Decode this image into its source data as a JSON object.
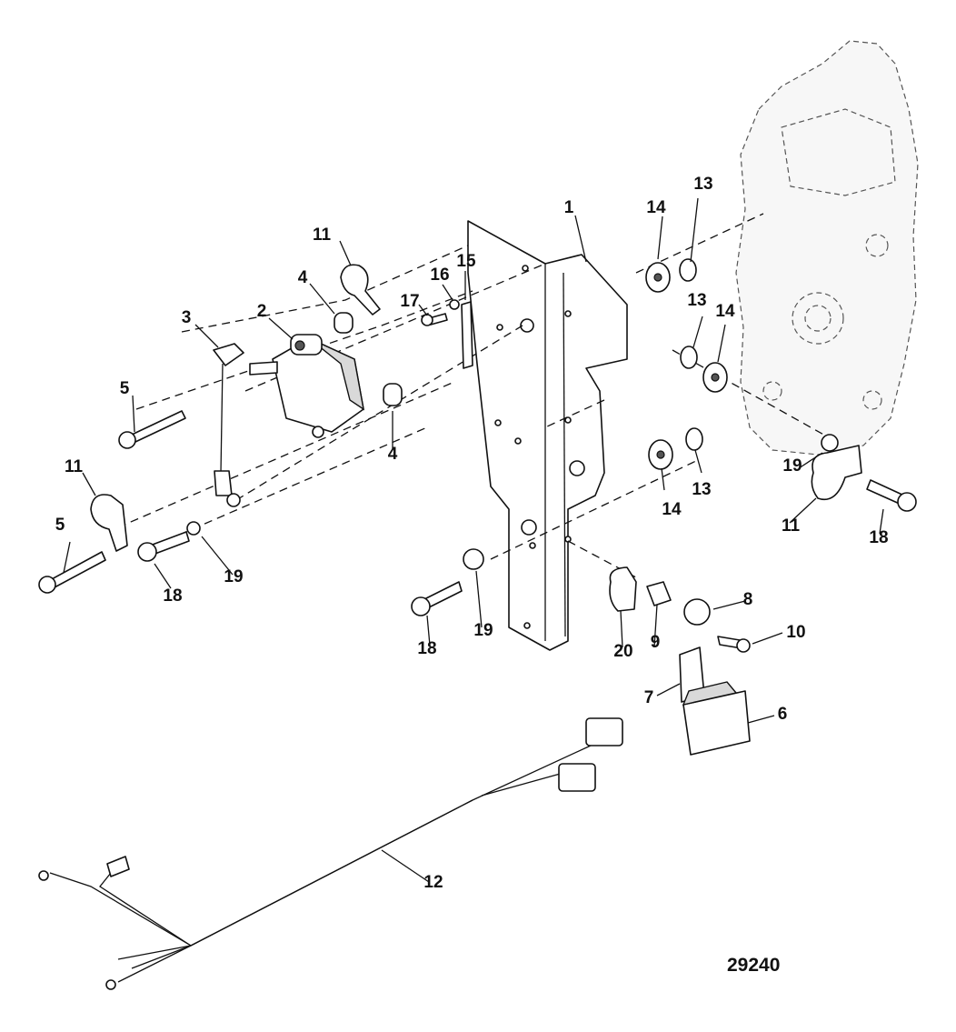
{
  "figure_number": "29240",
  "callouts": [
    {
      "id": "c1",
      "text": "1"
    },
    {
      "id": "c2",
      "text": "2"
    },
    {
      "id": "c3",
      "text": "3"
    },
    {
      "id": "c4a",
      "text": "4"
    },
    {
      "id": "c4b",
      "text": "4"
    },
    {
      "id": "c5a",
      "text": "5"
    },
    {
      "id": "c5b",
      "text": "5"
    },
    {
      "id": "c6",
      "text": "6"
    },
    {
      "id": "c7",
      "text": "7"
    },
    {
      "id": "c8",
      "text": "8"
    },
    {
      "id": "c9",
      "text": "9"
    },
    {
      "id": "c10",
      "text": "10"
    },
    {
      "id": "c11a",
      "text": "11"
    },
    {
      "id": "c11b",
      "text": "11"
    },
    {
      "id": "c11c",
      "text": "11"
    },
    {
      "id": "c12",
      "text": "12"
    },
    {
      "id": "c13a",
      "text": "13"
    },
    {
      "id": "c13b",
      "text": "13"
    },
    {
      "id": "c13c",
      "text": "13"
    },
    {
      "id": "c14a",
      "text": "14"
    },
    {
      "id": "c14b",
      "text": "14"
    },
    {
      "id": "c14c",
      "text": "14"
    },
    {
      "id": "c15",
      "text": "15"
    },
    {
      "id": "c16",
      "text": "16"
    },
    {
      "id": "c17",
      "text": "17"
    },
    {
      "id": "c18a",
      "text": "18"
    },
    {
      "id": "c18b",
      "text": "18"
    },
    {
      "id": "c18c",
      "text": "18"
    },
    {
      "id": "c19a",
      "text": "19"
    },
    {
      "id": "c19b",
      "text": "19"
    },
    {
      "id": "c19c",
      "text": "19"
    },
    {
      "id": "c20",
      "text": "20"
    }
  ]
}
